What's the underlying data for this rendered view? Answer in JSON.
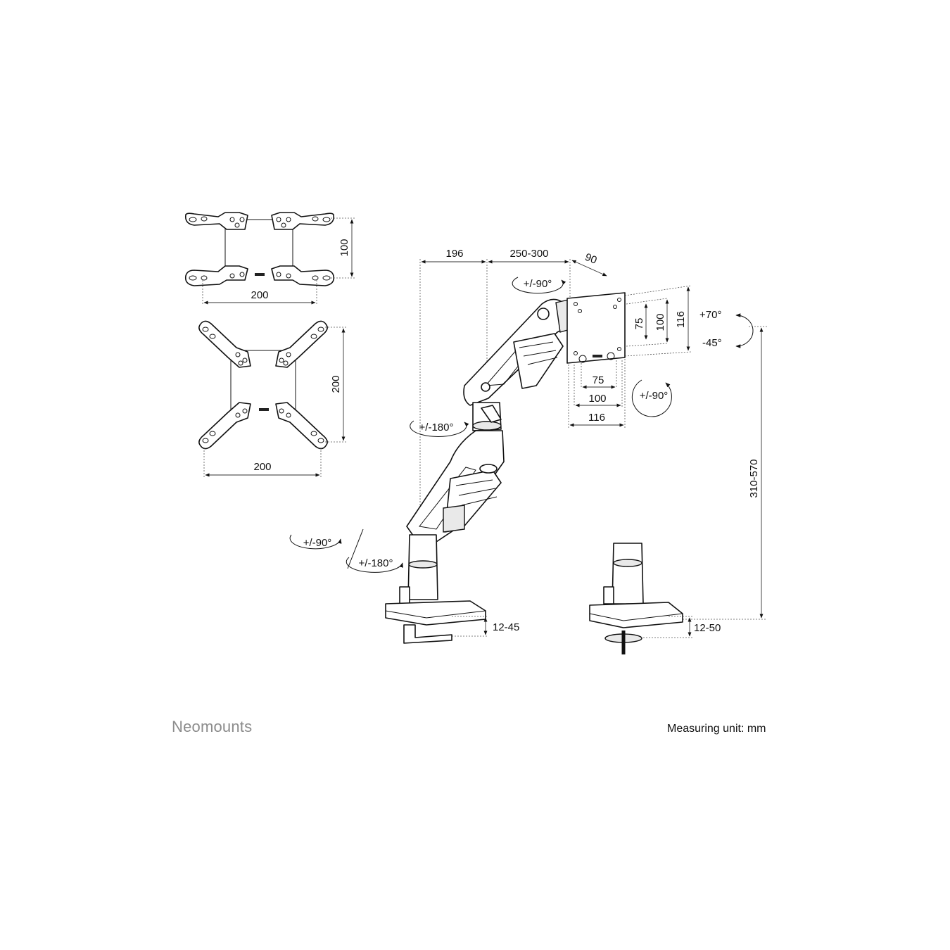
{
  "brand": {
    "name": "Neomounts"
  },
  "footer": {
    "unit_label": "Measuring unit: mm"
  },
  "vesa_plate_narrow": {
    "height_label": "100",
    "width_label": "200"
  },
  "vesa_plate_wide": {
    "height_label": "200",
    "width_label": "200"
  },
  "arm": {
    "upper_reach_label": "196",
    "extension_label": "250-300",
    "depth_label": "90",
    "tilt_label": "+/-90°",
    "swivel_lower_label": "+/-180°",
    "base_swivel_label": "+/-90°",
    "base_rotate_label": "+/-180°",
    "height_range_label": "310-570"
  },
  "head": {
    "vesa_75_v": "75",
    "vesa_100_v": "100",
    "vesa_116_v": "116",
    "vesa_75_h": "75",
    "vesa_100_h": "100",
    "vesa_116_h": "116",
    "tilt_up": "+70°",
    "tilt_down": "-45°",
    "rotate_label": "+/-90°"
  },
  "clamp": {
    "range_label": "12-45"
  },
  "grommet": {
    "range_label": "12-50"
  }
}
